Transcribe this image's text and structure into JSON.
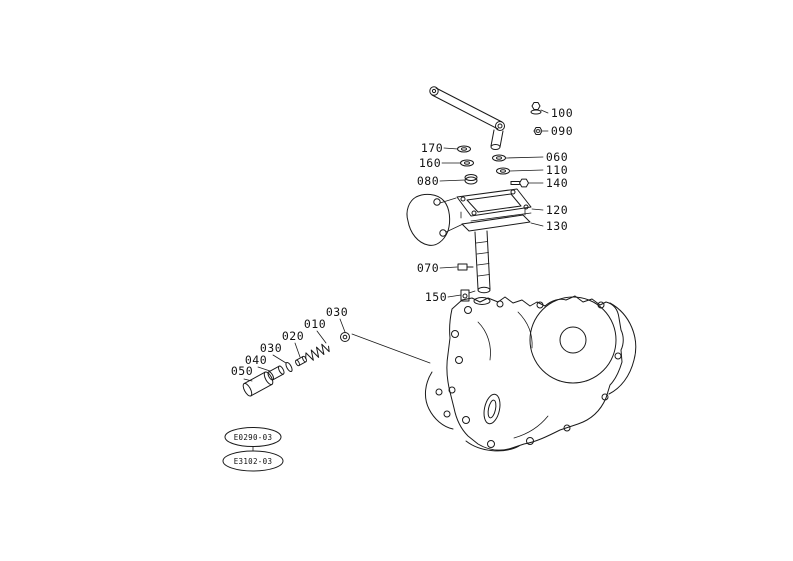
{
  "page": {
    "background_color": "#ffffff",
    "ink_color": "#1a1a1a"
  },
  "diagram": {
    "type": "exploded-parts-diagram",
    "callouts": [
      {
        "label": "100"
      },
      {
        "label": "090"
      },
      {
        "label": "060"
      },
      {
        "label": "110"
      },
      {
        "label": "140"
      },
      {
        "label": "120"
      },
      {
        "label": "130"
      },
      {
        "label": "170"
      },
      {
        "label": "160"
      },
      {
        "label": "080"
      },
      {
        "label": "070"
      },
      {
        "label": "150"
      },
      {
        "label": "030"
      },
      {
        "label": "010"
      },
      {
        "label": "020"
      },
      {
        "label": "030"
      },
      {
        "label": "040"
      },
      {
        "label": "050"
      }
    ],
    "reference_tags": [
      {
        "label": "E0290-03"
      },
      {
        "label": "E3102-03"
      }
    ]
  }
}
